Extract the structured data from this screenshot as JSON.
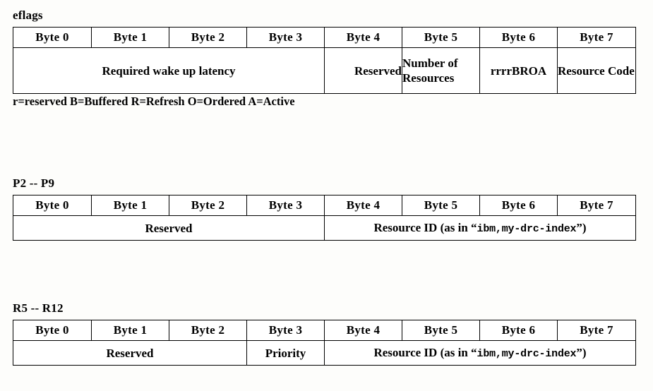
{
  "document": {
    "background_color": "#fdfdfb",
    "text_color": "#000000",
    "border_color": "#000000"
  },
  "byte_headers": [
    "Byte 0",
    "Byte 1",
    "Byte 2",
    "Byte 3",
    "Byte 4",
    "Byte 5",
    "Byte 6",
    "Byte 7"
  ],
  "sections": [
    {
      "label": "eflags",
      "headers": [
        "Byte 0",
        "Byte 1",
        "Byte 2",
        "Byte 3",
        "Byte 4",
        "Byte 5",
        "Byte 6",
        "Byte 7"
      ],
      "fields": [
        {
          "text": "Required wake up latency",
          "span": 4,
          "align": "center"
        },
        {
          "text": "Reserved",
          "span": 1,
          "align": "right"
        },
        {
          "text": "Number of Resources",
          "span": 1,
          "align": "left"
        },
        {
          "text": "rrrrBROA",
          "span": 1,
          "align": "center"
        },
        {
          "text": "Resource Code",
          "span": 1,
          "align": "left"
        }
      ],
      "legend": "r=reserved B=Buffered R=Refresh O=Ordered A=Active"
    },
    {
      "label": "P2 -- P9",
      "headers": [
        "Byte 0",
        "Byte 1",
        "Byte 2",
        "Byte 3",
        "Byte 4",
        "Byte 5",
        "Byte 6",
        "Byte 7"
      ],
      "fields": [
        {
          "text": "Reserved",
          "span": 4,
          "align": "center"
        },
        {
          "text_prefix": "Resource ID (as in “",
          "text_mono": "ibm,my-drc-index",
          "text_suffix": "”)",
          "span": 4,
          "align": "center"
        }
      ],
      "legend": ""
    },
    {
      "label": "R5 -- R12",
      "headers": [
        "Byte 0",
        "Byte 1",
        "Byte 2",
        "Byte 3",
        "Byte 4",
        "Byte 5",
        "Byte 6",
        "Byte 7"
      ],
      "fields": [
        {
          "text": "Reserved",
          "span": 3,
          "align": "center"
        },
        {
          "text": "Priority",
          "span": 1,
          "align": "center"
        },
        {
          "text_prefix": "Resource ID (as in “",
          "text_mono": "ibm,my-drc-index",
          "text_suffix": "”)",
          "span": 4,
          "align": "center"
        }
      ],
      "legend": ""
    }
  ]
}
